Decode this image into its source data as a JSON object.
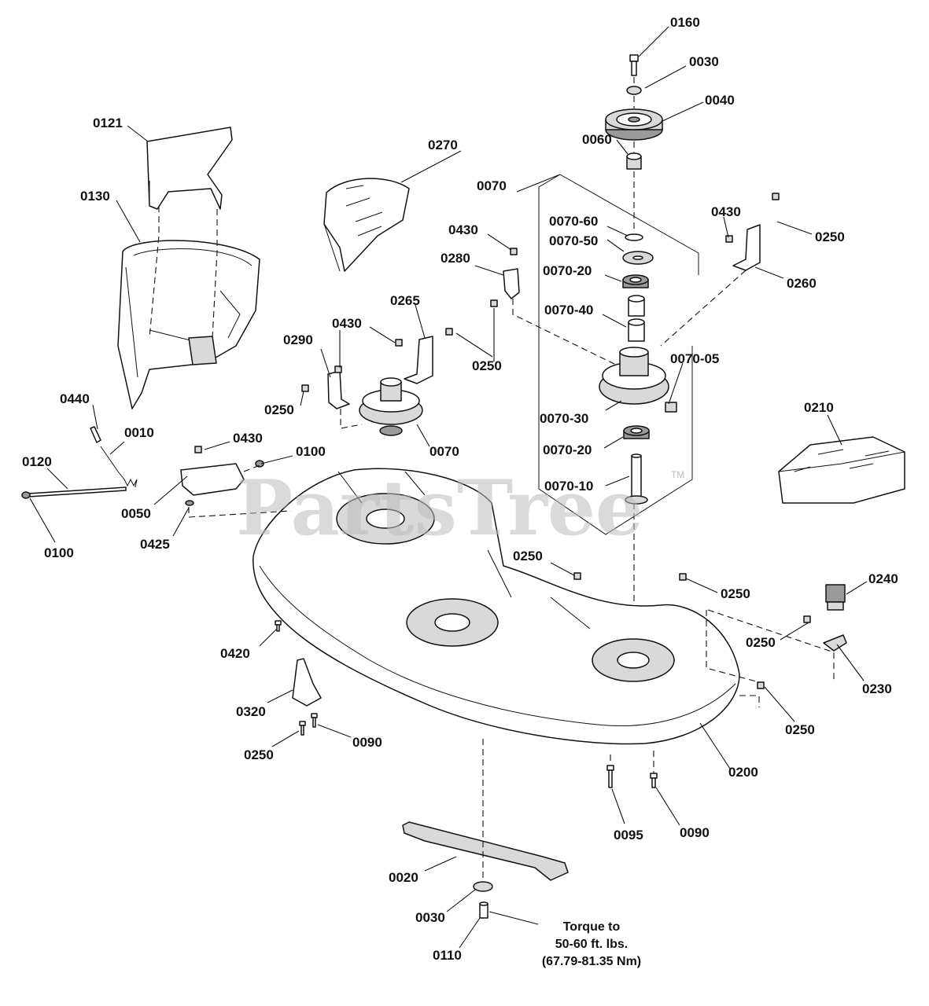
{
  "watermark": "PartsTree",
  "trademark": "TM",
  "torque_note": [
    "Torque to",
    "50-60 ft. lbs.",
    "(67.79-81.35 Nm)"
  ],
  "labels": {
    "p0160": "0160",
    "p0030_top": "0030",
    "p0040": "0040",
    "p0060": "0060",
    "p0121": "0121",
    "p0270": "0270",
    "p0070_kit": "0070",
    "p0130": "0130",
    "p0070_60": "0070-60",
    "p0070_50": "0070-50",
    "p0430_a": "0430",
    "p0430_b": "0430",
    "p0250_a": "0250",
    "p0280": "0280",
    "p0070_20_top": "0070-20",
    "p0260": "0260",
    "p0265": "0265",
    "p0070_40": "0070-40",
    "p0430_c": "0430",
    "p0290": "0290",
    "p0250_b": "0250",
    "p0070_05": "0070-05",
    "p0250_c": "0250",
    "p0070_30": "0070-30",
    "p0440": "0440",
    "p0070_spindle": "0070",
    "p0010": "0010",
    "p0210": "0210",
    "p0430_d": "0430",
    "p0070_20_bot": "0070-20",
    "p0100_a": "0100",
    "p0120": "0120",
    "p0070_10": "0070-10",
    "p0050": "0050",
    "p0425": "0425",
    "p0100_b": "0100",
    "p0250_d": "0250",
    "p0240": "0240",
    "p0250_e": "0250",
    "p0250_f": "0250",
    "p0420": "0420",
    "p0230": "0230",
    "p0320": "0320",
    "p0250_g": "0250",
    "p0090_a": "0090",
    "p0250_h": "0250",
    "p0200": "0200",
    "p0095": "0095",
    "p0090_b": "0090",
    "p0020": "0020",
    "p0030_bot": "0030",
    "p0110": "0110"
  }
}
